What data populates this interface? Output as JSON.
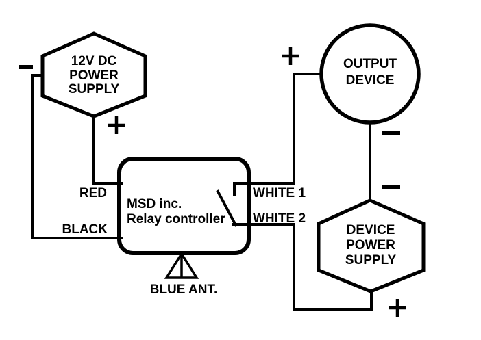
{
  "colors": {
    "ink": "#000000",
    "background": "#ffffff"
  },
  "components": {
    "supply12v": {
      "shape": "hexagon",
      "line1": "12V DC",
      "line2": "POWER",
      "line3": "SUPPLY"
    },
    "relay": {
      "shape": "rounded-rectangle",
      "line1": "MSD inc.",
      "line2": "Relay controller"
    },
    "output": {
      "shape": "circle",
      "line1": "OUTPUT",
      "line2": "DEVICE"
    },
    "deviceSupply": {
      "shape": "hexagon",
      "line1": "DEVICE",
      "line2": "POWER",
      "line3": "SUPPLY"
    }
  },
  "wire_labels": {
    "red": "RED",
    "black": "BLACK",
    "white1": "WHITE 1",
    "white2": "WHITE 2",
    "antenna": "BLUE ANT."
  },
  "symbols": {
    "plus": "+",
    "minus": "−"
  },
  "polarity_marks": [
    {
      "component": "12V DC POWER SUPPLY",
      "terminal": "negative",
      "symbol": "−"
    },
    {
      "component": "12V DC POWER SUPPLY",
      "terminal": "positive",
      "symbol": "+"
    },
    {
      "component": "OUTPUT DEVICE",
      "terminal": "positive",
      "symbol": "+"
    },
    {
      "component": "OUTPUT DEVICE",
      "terminal": "negative",
      "symbol": "−"
    },
    {
      "component": "DEVICE POWER SUPPLY",
      "terminal": "negative",
      "symbol": "−"
    },
    {
      "component": "DEVICE POWER SUPPLY",
      "terminal": "positive",
      "symbol": "+"
    }
  ],
  "icons": {
    "plus": "plus-icon",
    "minus": "minus-icon",
    "antenna": "antenna-icon",
    "relay_switch": "relay-switch-icon"
  }
}
